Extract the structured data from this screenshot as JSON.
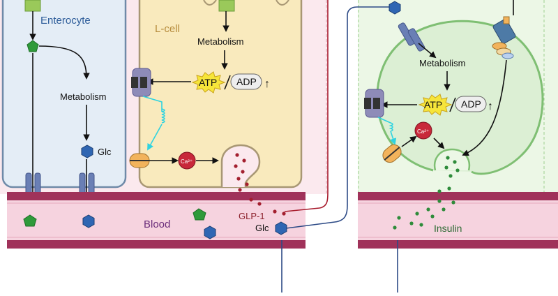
{
  "labels": {
    "enterocyte": "Enterocyte",
    "l_cell": "L-cell",
    "blood": "Blood",
    "glp1": "GLP-1",
    "glc": "Glc",
    "glc_blood": "Glc",
    "insulin": "Insulin",
    "metabolism_enterocyte": "Metabolism",
    "metabolism_lcell": "Metabolism",
    "metabolism_beta": "Metabolism",
    "atp_lcell": "ATP",
    "adp_lcell": "ADP",
    "atp_beta": "ATP",
    "adp_beta": "ADP",
    "ca_lcell": "Ca²⁺",
    "ca_beta": "Ca²⁺",
    "up_arrow": "↑"
  },
  "colors": {
    "enterocyte_fill": "#e4edf6",
    "enterocyte_stroke": "#6f8aa8",
    "lcell_fill": "#f9eabd",
    "lcell_stroke": "#a89774",
    "beta_fill": "#dcefd4",
    "beta_stroke": "#7fbf73",
    "blood_dark": "#a0325a",
    "blood_light": "#f6d3df",
    "glucose_hex": "#2f66b3",
    "green_pent": "#2f9a3a",
    "glp1_dots": "#a31f2f",
    "insulin_dots": "#2e8b3a",
    "ca_circle": "#c8283a",
    "atp_burst": "#f6e53a",
    "channel_purple": "#8e8bb8",
    "transporter_blue": "#6a7fb5",
    "cyan_link": "#2fd3e0",
    "nerve_blue": "#2c4a86",
    "nerve_red": "#a81c2d",
    "text_blue": "#2e5d9a",
    "text_brown": "#b58a3a",
    "text_purple": "#6a2c7a",
    "text_red": "#8b1f2a",
    "text_green": "#2c6a33"
  }
}
